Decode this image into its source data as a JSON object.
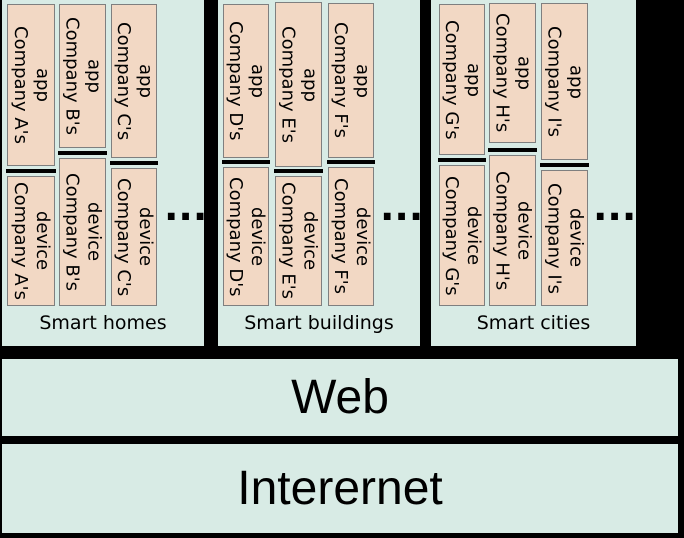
{
  "panels": [
    {
      "label": "Smart homes",
      "ellipsis": "...",
      "columns": [
        {
          "app": [
            "Company A's",
            "app"
          ],
          "device": [
            "Company A's",
            "device"
          ]
        },
        {
          "app": [
            "Company B's",
            "app"
          ],
          "device": [
            "Company B's",
            "device"
          ]
        },
        {
          "app": [
            "Company C's",
            "app"
          ],
          "device": [
            "Company C's",
            "device"
          ]
        }
      ]
    },
    {
      "label": "Smart buildings",
      "ellipsis": "...",
      "columns": [
        {
          "app": [
            "Company D's",
            "app"
          ],
          "device": [
            "Company D's",
            "device"
          ]
        },
        {
          "app": [
            "Company E's",
            "app"
          ],
          "device": [
            "Company E's",
            "device"
          ]
        },
        {
          "app": [
            "Company F's",
            "app"
          ],
          "device": [
            "Company F's",
            "device"
          ]
        }
      ]
    },
    {
      "label": "Smart cities",
      "ellipsis": "...",
      "columns": [
        {
          "app": [
            "Company G's",
            "app"
          ],
          "device": [
            "Company G's",
            "device"
          ]
        },
        {
          "app": [
            "Company H's",
            "app"
          ],
          "device": [
            "Company H's",
            "device"
          ]
        },
        {
          "app": [
            "Company I's",
            "app"
          ],
          "device": [
            "Company I's",
            "device"
          ]
        }
      ]
    }
  ],
  "layers": [
    {
      "label": "Web"
    },
    {
      "label": "Interernet"
    }
  ],
  "colors": {
    "background": "#000000",
    "panel_bg": "#d8ebe5",
    "box_bg": "#f2d8c4",
    "box_border": "#7f7f7f",
    "text": "#000000"
  }
}
